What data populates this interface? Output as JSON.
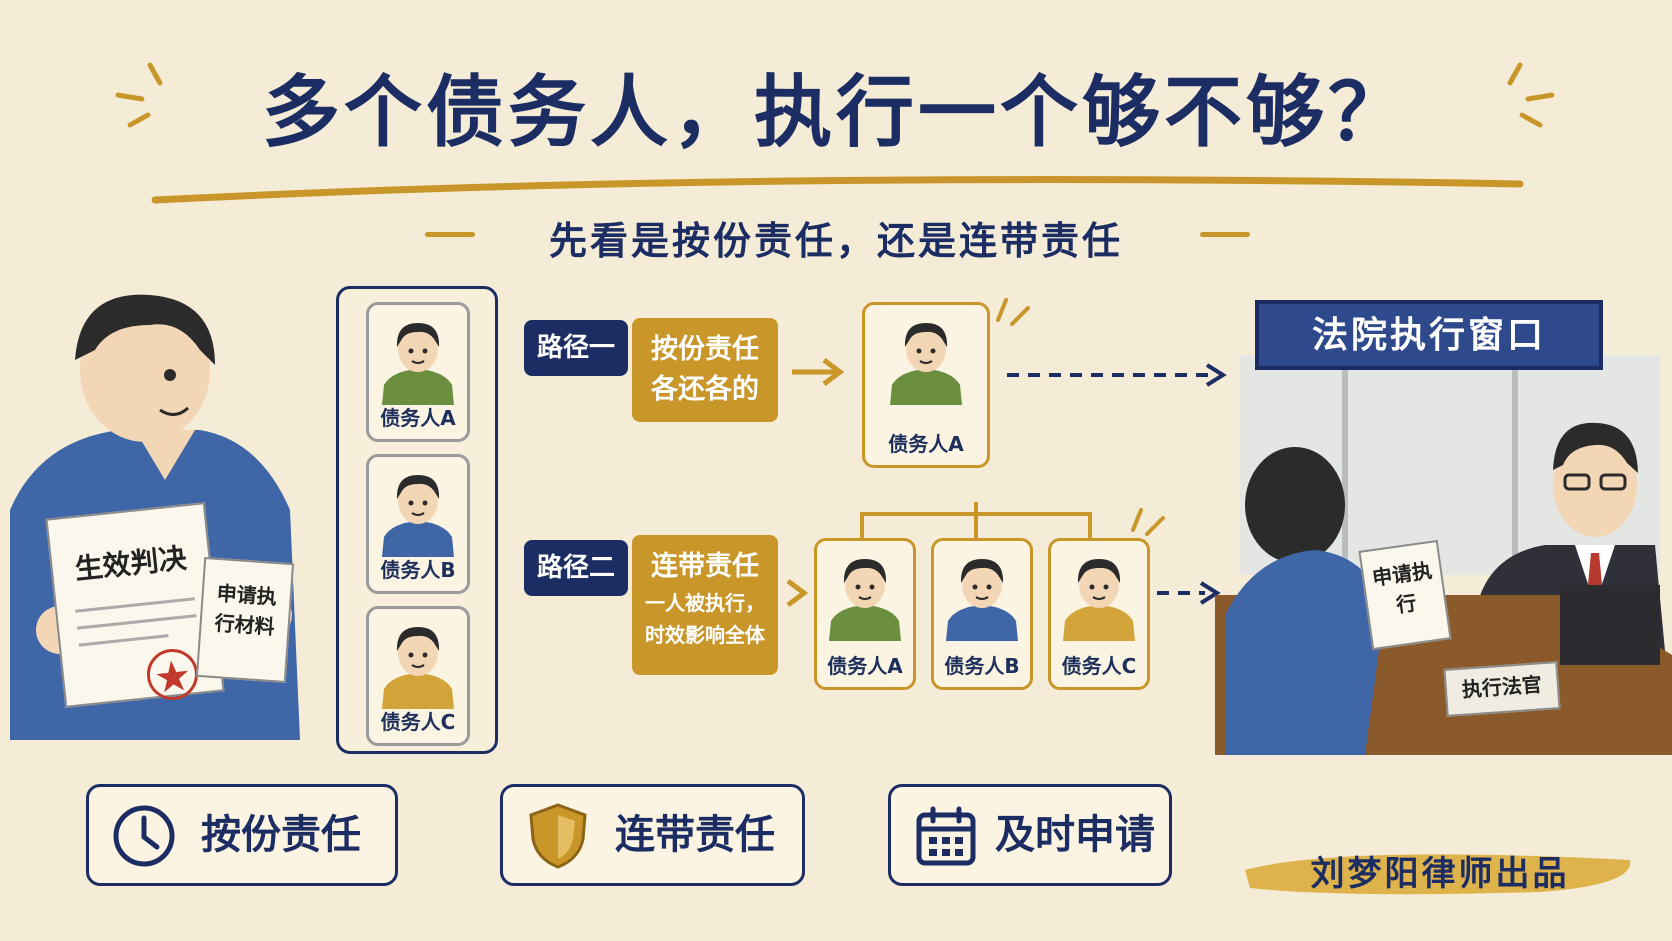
{
  "title": "多个债务人，执行一个够不够？",
  "subtitle": "先看是按份责任，还是连带责任",
  "left_person": {
    "doc_judgment": "生效判决",
    "doc_application": "申请执行材料"
  },
  "debtor_list": [
    {
      "label": "债务人A",
      "shirt": "#6b8f3e"
    },
    {
      "label": "债务人B",
      "shirt": "#3f67a8"
    },
    {
      "label": "债务人C",
      "shirt": "#d3a43a"
    }
  ],
  "path1": {
    "tag": "路径一",
    "line1": "按份责任",
    "line2": "各还各的",
    "debtor": {
      "label": "债务人A",
      "shirt": "#6b8f3e"
    }
  },
  "path2": {
    "tag": "路径二",
    "line1": "连带责任",
    "line2": "一人被执行，",
    "line3": "时效影响全体",
    "debtors": [
      {
        "label": "债务人A",
        "shirt": "#6b8f3e"
      },
      {
        "label": "债务人B",
        "shirt": "#3f67a8"
      },
      {
        "label": "债务人C",
        "shirt": "#d3a43a"
      }
    ]
  },
  "court": {
    "sign": "法院执行窗口",
    "paper": "申请执行",
    "nameplate": "执行法官"
  },
  "bottom": {
    "item1": "按份责任",
    "item2": "连带责任",
    "item3": "及时申请"
  },
  "credit": "刘梦阳律师出品",
  "colors": {
    "navy": "#1c2d63",
    "gold": "#c9962a",
    "background": "#f5ecd7"
  }
}
